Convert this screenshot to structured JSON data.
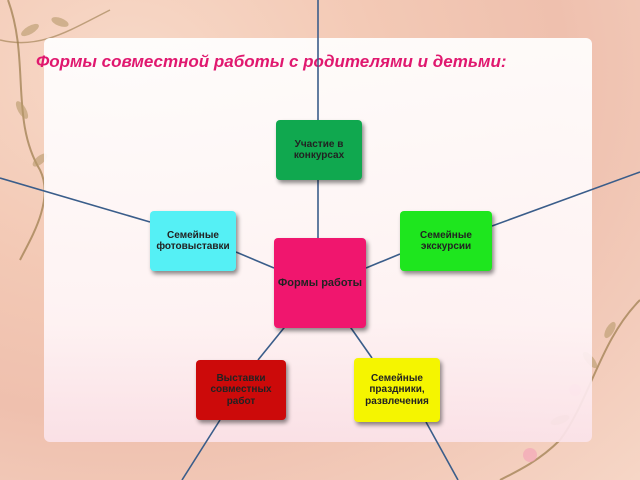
{
  "slide": {
    "title": "Формы совместной работы с родителями и детьми:"
  },
  "diagram": {
    "center": "Формы работы",
    "nodes": {
      "contests": "Участие в конкурсах",
      "photo": "Семейные фотовыставки",
      "excursions": "Семейные экскурсии",
      "exhibitions": "Выставки совместных работ",
      "holidays": "Семейные праздники, развлечения"
    }
  },
  "colors": {
    "title": "#e0186f",
    "center": "#f0166e",
    "contests": "#10a84f",
    "photo": "#55f0f5",
    "excursions": "#1ee61e",
    "exhibitions": "#cc0a0a",
    "holidays": "#f5f500",
    "lines": "#3a5d8a"
  }
}
